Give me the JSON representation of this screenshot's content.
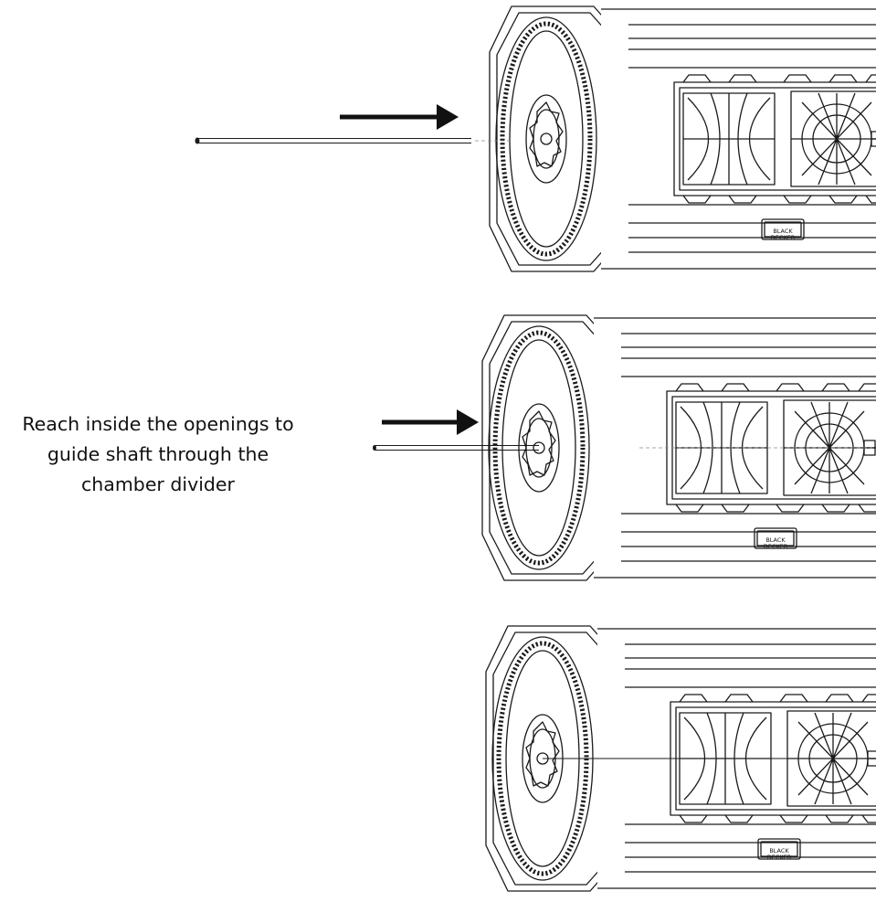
{
  "instruction": {
    "lines": [
      "Reach inside the openings to",
      "guide shaft through the",
      "chamber divider"
    ]
  },
  "logo": {
    "line1": "BLACK",
    "line2": "DECKER"
  },
  "steps": [
    {
      "shaft_state": "aligned"
    },
    {
      "shaft_state": "partially-inserted"
    },
    {
      "shaft_state": "fully-inserted"
    }
  ],
  "colors": {
    "line": "#1a1a1a",
    "background": "#ffffff"
  }
}
